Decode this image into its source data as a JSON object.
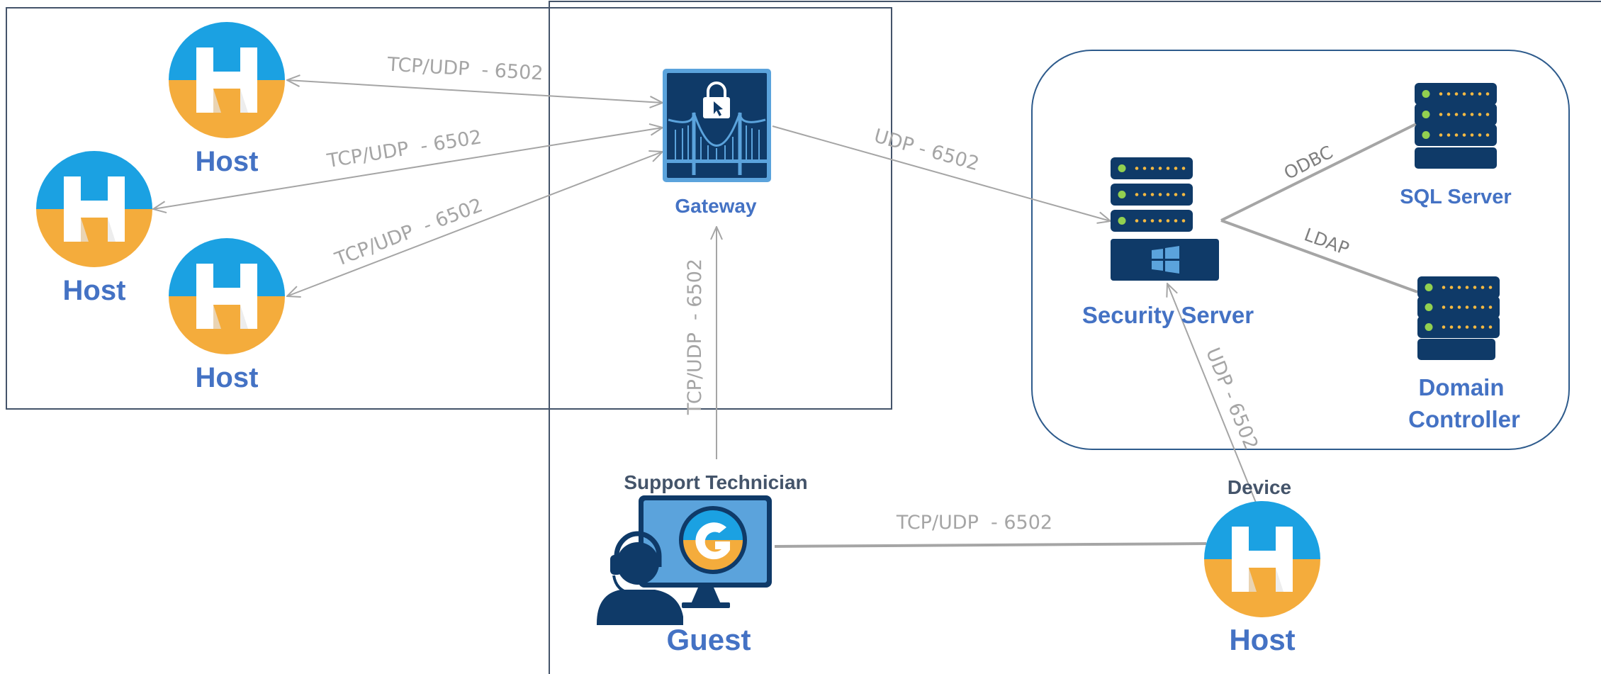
{
  "nodes": {
    "host_1": "Host",
    "host_2": "Host",
    "host_3": "Host",
    "host_4": "Host",
    "gateway": "Gateway",
    "security_server": "Security Server",
    "sql_server": "SQL Server",
    "domain_controller_line1": "Domain",
    "domain_controller_line2": "Controller",
    "guest": "Guest",
    "support_technician": "Support Technician",
    "device": "Device"
  },
  "connections": {
    "host1_gateway": "TCP/UDP  - 6502",
    "host2_gateway": "TCP/UDP  - 6502",
    "host3_gateway": "TCP/UDP  - 6502",
    "gateway_security": "UDP - 6502",
    "guest_gateway": "TCP/UDP  - 6502",
    "guest_device": "TCP/UDP  - 6502",
    "device_security": "UDP - 6502",
    "security_sql": "ODBC",
    "security_ldap": "LDAP"
  },
  "colors": {
    "host_top": "#1ba1e2",
    "host_bottom": "#f4ac3c",
    "navy": "#0f3a68",
    "server_led": "#92d050",
    "server_dot": "#f4b942",
    "label_blue": "#4472c4",
    "connector": "#a5a5a5",
    "frame": "#44546a"
  },
  "icons": {
    "host": "host-h-icon",
    "gateway": "gateway-bridge-lock-icon",
    "server": "server-rack-icon",
    "windows": "windows-logo-icon",
    "guest": "technician-headset-monitor-icon"
  }
}
